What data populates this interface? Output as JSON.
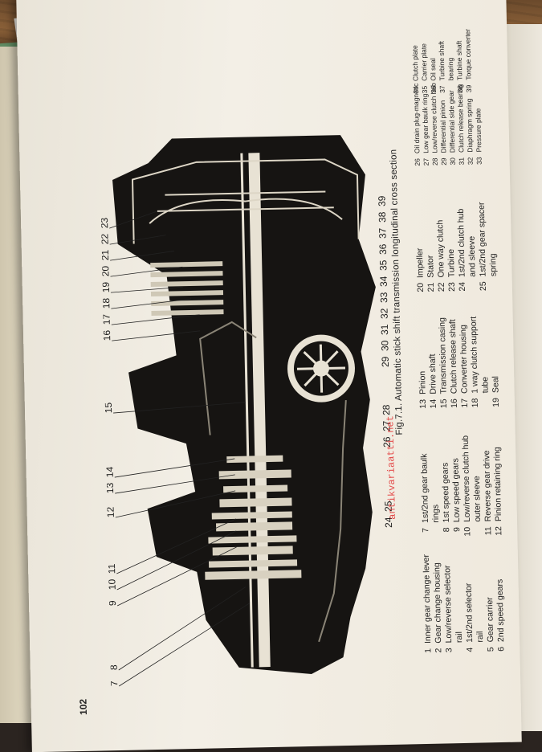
{
  "page_number": "102",
  "figure_caption": "Fig.7.1. Automatic stick shift transmission longitudinal cross section",
  "watermark": "antikvariaatti.net",
  "callout_numbers_top": [
    "7",
    "8",
    "9",
    "10",
    "11",
    "12",
    "13",
    "14",
    "15",
    "16",
    "17",
    "18",
    "19",
    "20",
    "21",
    "22",
    "23"
  ],
  "callout_numbers_bottom": [
    "24",
    "25",
    "26",
    "27",
    "28",
    "29",
    "30",
    "31",
    "32",
    "33",
    "34",
    "35",
    "36",
    "37",
    "38",
    "39"
  ],
  "legend": {
    "col1": [
      {
        "n": "1",
        "t": "Inner gear change lever"
      },
      {
        "n": "2",
        "t": "Gear change housing"
      },
      {
        "n": "3",
        "t": "Low/reverse selector"
      },
      {
        "n": "",
        "t": "rail"
      },
      {
        "n": "4",
        "t": "1st/2nd selector"
      },
      {
        "n": "",
        "t": "rail"
      },
      {
        "n": "5",
        "t": "Gear carrier"
      },
      {
        "n": "6",
        "t": "2nd speed gears"
      }
    ],
    "col2": [
      {
        "n": "7",
        "t": "1st/2nd gear baulk"
      },
      {
        "n": "",
        "t": "rings"
      },
      {
        "n": "8",
        "t": "1st speed gears"
      },
      {
        "n": "9",
        "t": "Low speed gears"
      },
      {
        "n": "10",
        "t": "Low/reverse clutch hub"
      },
      {
        "n": "",
        "t": "outer sleeve"
      },
      {
        "n": "11",
        "t": "Reverse gear drive"
      },
      {
        "n": "12",
        "t": "Pinion retaining ring"
      }
    ],
    "col3": [
      {
        "n": "13",
        "t": "Pinion"
      },
      {
        "n": "14",
        "t": "Drive shaft"
      },
      {
        "n": "15",
        "t": "Transmission casing"
      },
      {
        "n": "16",
        "t": "Clutch release shaft"
      },
      {
        "n": "17",
        "t": "Converter housing"
      },
      {
        "n": "18",
        "t": "1 way clutch support"
      },
      {
        "n": "",
        "t": "tube"
      },
      {
        "n": "19",
        "t": "Seal"
      }
    ],
    "col4": [
      {
        "n": "20",
        "t": "Impeller"
      },
      {
        "n": "21",
        "t": "Stator"
      },
      {
        "n": "22",
        "t": "One way clutch"
      },
      {
        "n": "23",
        "t": "Turbine"
      },
      {
        "n": "24",
        "t": "1st/2nd clutch hub"
      },
      {
        "n": "",
        "t": "and sleeve"
      },
      {
        "n": "25",
        "t": "1st/2nd gear spacer"
      },
      {
        "n": "",
        "t": "spring"
      }
    ],
    "col5": [
      {
        "n": "26",
        "t": "Oil drain plug-magnetic"
      },
      {
        "n": "27",
        "t": "Low gear baulk ring"
      },
      {
        "n": "28",
        "t": "Low/reverse clutch hub"
      },
      {
        "n": "29",
        "t": "Differential pinion"
      },
      {
        "n": "30",
        "t": "Differential side gear"
      },
      {
        "n": "31",
        "t": "Clutch release bearing"
      },
      {
        "n": "32",
        "t": "Diaphragm spring"
      },
      {
        "n": "33",
        "t": "Pressure plate"
      }
    ],
    "col6": [
      {
        "n": "34",
        "t": "Clutch plate"
      },
      {
        "n": "35",
        "t": "Carrier plate"
      },
      {
        "n": "36",
        "t": "Oil seal"
      },
      {
        "n": "37",
        "t": "Turbine shaft"
      },
      {
        "n": "",
        "t": "bearing"
      },
      {
        "n": "38",
        "t": "Turbine shaft"
      },
      {
        "n": "39",
        "t": "Torque converter"
      }
    ]
  }
}
